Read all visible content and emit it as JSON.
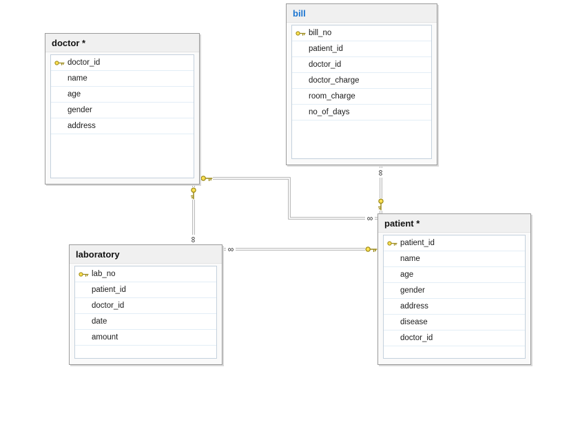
{
  "diagram": {
    "tables": [
      {
        "title": "doctor *",
        "fields": [
          {
            "name": "doctor_id",
            "pk": true
          },
          {
            "name": "name",
            "pk": false
          },
          {
            "name": "age",
            "pk": false
          },
          {
            "name": "gender",
            "pk": false
          },
          {
            "name": "address",
            "pk": false
          }
        ]
      },
      {
        "title": "bill",
        "selected": true,
        "fields": [
          {
            "name": "bill_no",
            "pk": true
          },
          {
            "name": "patient_id",
            "pk": false
          },
          {
            "name": "doctor_id",
            "pk": false
          },
          {
            "name": "doctor_charge",
            "pk": false
          },
          {
            "name": "room_charge",
            "pk": false
          },
          {
            "name": "no_of_days",
            "pk": false
          }
        ]
      },
      {
        "title": "laboratory",
        "fields": [
          {
            "name": "lab_no",
            "pk": true
          },
          {
            "name": "patient_id",
            "pk": false
          },
          {
            "name": "doctor_id",
            "pk": false
          },
          {
            "name": "date",
            "pk": false
          },
          {
            "name": "amount",
            "pk": false
          }
        ]
      },
      {
        "title": "patient *",
        "fields": [
          {
            "name": "patient_id",
            "pk": true
          },
          {
            "name": "name",
            "pk": false
          },
          {
            "name": "age",
            "pk": false
          },
          {
            "name": "gender",
            "pk": false
          },
          {
            "name": "address",
            "pk": false
          },
          {
            "name": "disease",
            "pk": false
          },
          {
            "name": "doctor_id",
            "pk": false
          }
        ]
      }
    ],
    "relations": [
      {
        "one_side": "doctor",
        "many_side": "patient"
      },
      {
        "one_side": "doctor",
        "many_side": "laboratory"
      },
      {
        "one_side": "patient",
        "many_side": "bill"
      },
      {
        "one_side": "patient",
        "many_side": "laboratory"
      }
    ],
    "glyphs": {
      "many": "∞"
    },
    "colors": {
      "key": "#ffe152",
      "key_outline": "#9c8a1a",
      "line": "#a9a9a9",
      "selected_title": "#1b75d1",
      "row_separator": "#e2edf6"
    }
  }
}
